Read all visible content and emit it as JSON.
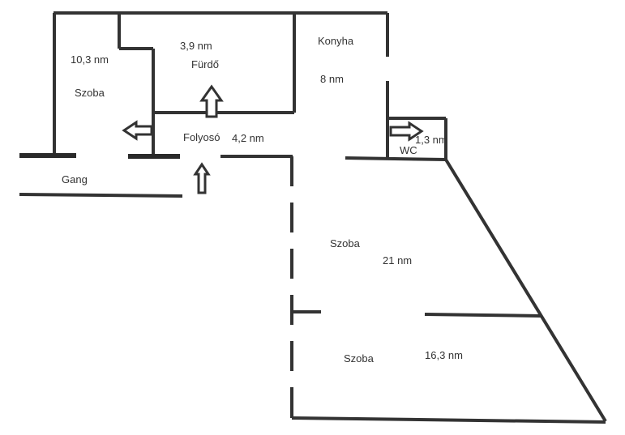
{
  "rooms": {
    "szoba_left": {
      "name": "Szoba",
      "area": "10,3 nm"
    },
    "furdo": {
      "name": "Fürdő",
      "area": "3,9 nm"
    },
    "konyha": {
      "name": "Konyha",
      "area": "8 nm"
    },
    "folyoso": {
      "name": "Folyosó",
      "area": "4,2 nm"
    },
    "wc": {
      "name": "WC",
      "area": "1,3 nm"
    },
    "gang": {
      "name": "Gang"
    },
    "szoba_big": {
      "name": "Szoba",
      "area": "21 nm"
    },
    "szoba_bottom": {
      "name": "Szoba",
      "area": "16,3 nm"
    }
  },
  "colors": {
    "wall": "#333333",
    "background": "#ffffff"
  }
}
